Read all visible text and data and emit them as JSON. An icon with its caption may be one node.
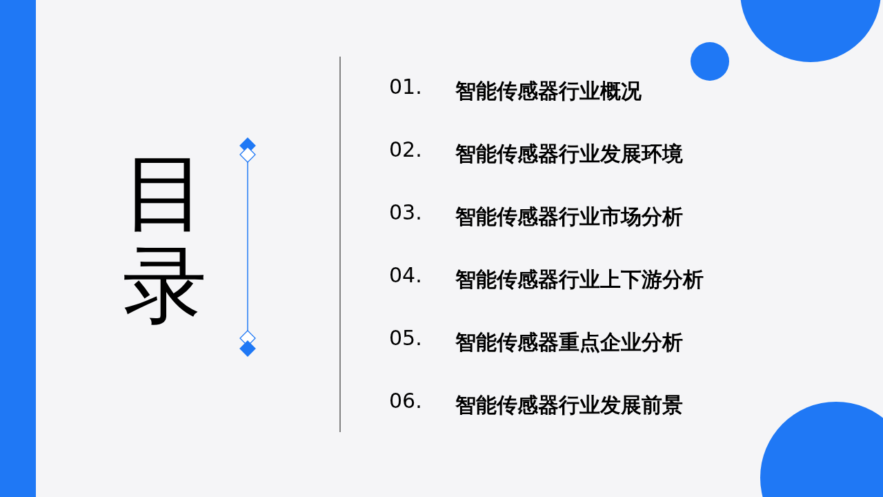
{
  "diagram": {
    "title": "目录",
    "labels": [
      "01.",
      "智能传感器行业概况",
      "02.",
      "智能传感器行业发展环境",
      "03.",
      "智能传感器行业市场分析",
      "04.",
      "智能传感器行业上下游分析",
      "05.",
      "智能传感器重点企业分析",
      "06.",
      "智能传感器行业发展前景"
    ]
  }
}
